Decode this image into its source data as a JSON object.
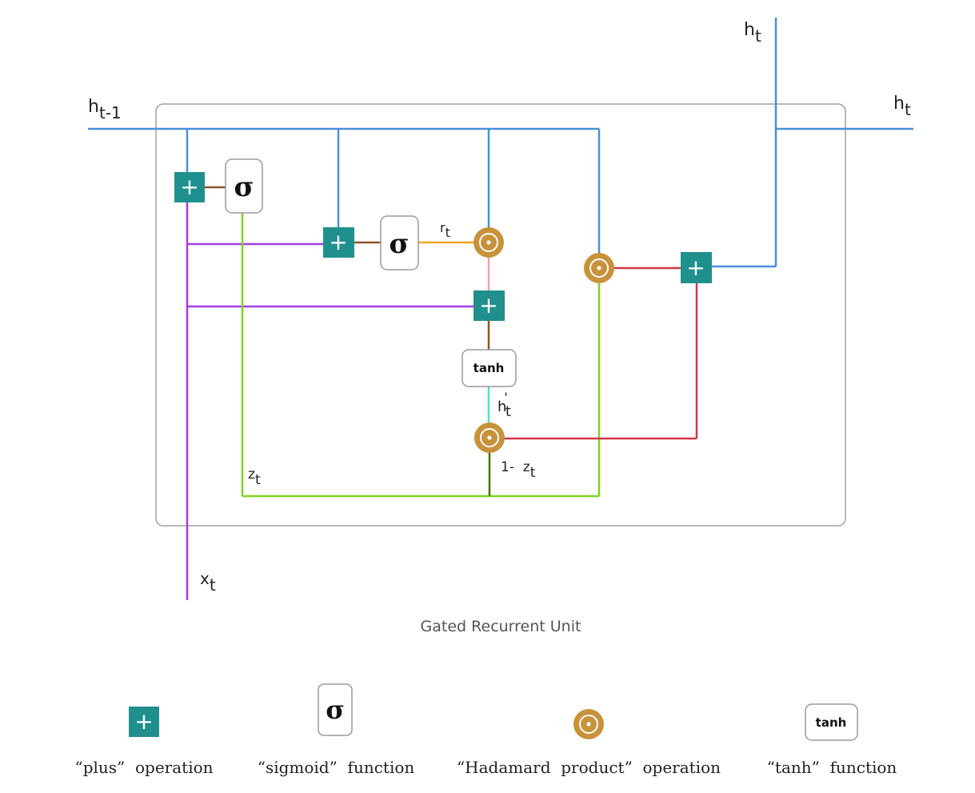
{
  "labels": {
    "h_prev_main": "h",
    "h_prev_sub": "t-1",
    "h_out_right_main": "h",
    "h_out_right_sub": "t",
    "h_out_top_main": "h",
    "h_out_top_sub": "t",
    "r_main": "r",
    "r_sub": "t",
    "hprime_main": "h",
    "hprime_prime": "'",
    "hprime_sub": "t",
    "one_minus_z_main": "1-  z",
    "one_minus_z_sub": "t",
    "z_main": "z",
    "z_sub": "t",
    "x_main": "x",
    "x_sub": "t"
  },
  "caption": "Gated Recurrent Unit",
  "symbols": {
    "plus": "+",
    "sigma": "σ",
    "tanh": "tanh"
  },
  "legend": {
    "plus_label": "“plus”  operation",
    "sigmoid_label": "“sigmoid”  function",
    "hadamard_label": "“Hadamard  product”  operation",
    "tanh_label": "“tanh”  function"
  },
  "colors": {
    "h_line": "#4a90d9",
    "x_line": "#a33de6",
    "z_line": "#7ed321",
    "r_line": "#f5a623",
    "reset_to_plus": "#f4a0a8",
    "hprime_line": "#50e3c2",
    "output_red": "#d0384b",
    "brown": "#8b572a",
    "dark_green": "#417505",
    "plus_box": "#20908f",
    "hadamard": "#c8923a",
    "box_border": "#a0a0a0"
  }
}
